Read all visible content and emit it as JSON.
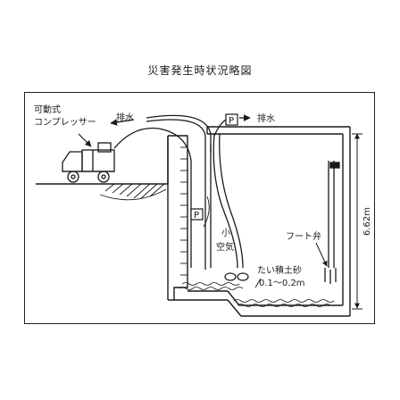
{
  "title": "災害発生時状況略図",
  "labels": {
    "compressor_line1": "可動式",
    "compressor_line2": "コンプレッサー",
    "drain_left": "排水",
    "drain_right": "排水",
    "pump_mark_top": "P",
    "pump_mark_shaft": "P",
    "air_line1": "小",
    "air_line2": "空気",
    "foot_valve": "フート弁",
    "sediment_line1": "たい積土砂",
    "sediment_line2": "0.1～0.2m",
    "depth": "6.62m"
  },
  "colors": {
    "line": "#1a1a1a",
    "background": "#ffffff"
  }
}
